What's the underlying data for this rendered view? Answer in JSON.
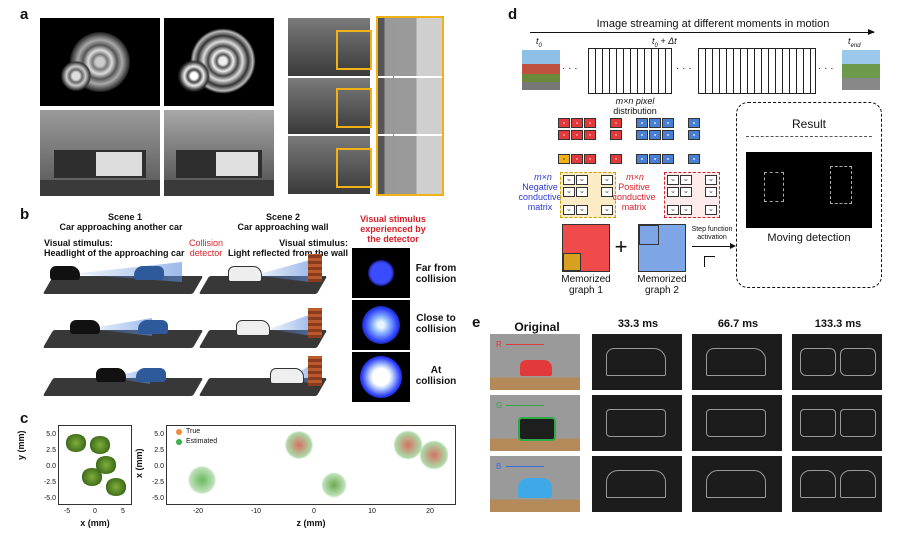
{
  "panels": {
    "a": "a",
    "b": "b",
    "c": "c",
    "d": "d",
    "e": "e"
  },
  "b": {
    "scene1_title": "Scene 1",
    "scene1_sub": "Car approaching another car",
    "scene1_stim1": "Visual stimulus:",
    "scene1_stim2": "Headlight of the approaching car",
    "detector1": "Collision",
    "detector2": "detector",
    "scene2_title": "Scene 2",
    "scene2_sub": "Car approaching wall",
    "scene2_stim1": "Visual stimulus:",
    "scene2_stim2": "Light reflected from the wall",
    "exp1": "Visual stimulus",
    "exp2": "experienced by",
    "exp3": "the detector",
    "far1": "Far from",
    "far2": "collision",
    "close1": "Close to",
    "close2": "collision",
    "at1": "At",
    "at2": "collision"
  },
  "c": {
    "left_ylabel": "y (mm)",
    "left_xlabel": "x (mm)",
    "left_yticks": [
      "5.0",
      "2.5",
      "0.0",
      "-2.5",
      "-5.0"
    ],
    "left_xticks": [
      "-5",
      "0",
      "5"
    ],
    "right_ylabel": "x (mm)",
    "right_xlabel": "z (mm)",
    "right_yticks": [
      "5.0",
      "2.5",
      "0.0",
      "-2.5",
      "-5.0"
    ],
    "right_xticks": [
      "-20",
      "-10",
      "0",
      "10",
      "20"
    ],
    "legend": [
      {
        "label": "True",
        "color": "#f08a3c"
      },
      {
        "label": "Estimated",
        "color": "#3caf4a"
      }
    ]
  },
  "d": {
    "title": "Image streaming at different moments in motion",
    "t0": "t",
    "t0_sub": "0",
    "tmid": "t",
    "tmid_sub": "0",
    "tmid_plus": " + Δt",
    "tend": "t",
    "tend_sub": "end",
    "dots": "· · ·",
    "pixel1": "m×n pixel",
    "pixel2": "distribution",
    "neg1": "m×n",
    "neg2": "Negative",
    "neg3": "conductive",
    "neg4": "matrix",
    "pos1": "m×n",
    "pos2": "Positive",
    "pos3": "conductive",
    "pos4": "matrix",
    "mem1a": "Memorized",
    "mem1b": "graph 1",
    "mem2a": "Memorized",
    "mem2b": "graph 2",
    "plus": "+",
    "step1": "Step function",
    "step2": "activation",
    "result": "Result",
    "moving": "Moving detection"
  },
  "e": {
    "headers": [
      "Original",
      "33.3 ms",
      "66.7 ms",
      "133.3 ms"
    ],
    "rows": [
      {
        "label": "R",
        "color": "#e23a3a"
      },
      {
        "label": "G",
        "color": "#2fa84a"
      },
      {
        "label": "B",
        "color": "#3a6fe2"
      }
    ]
  }
}
